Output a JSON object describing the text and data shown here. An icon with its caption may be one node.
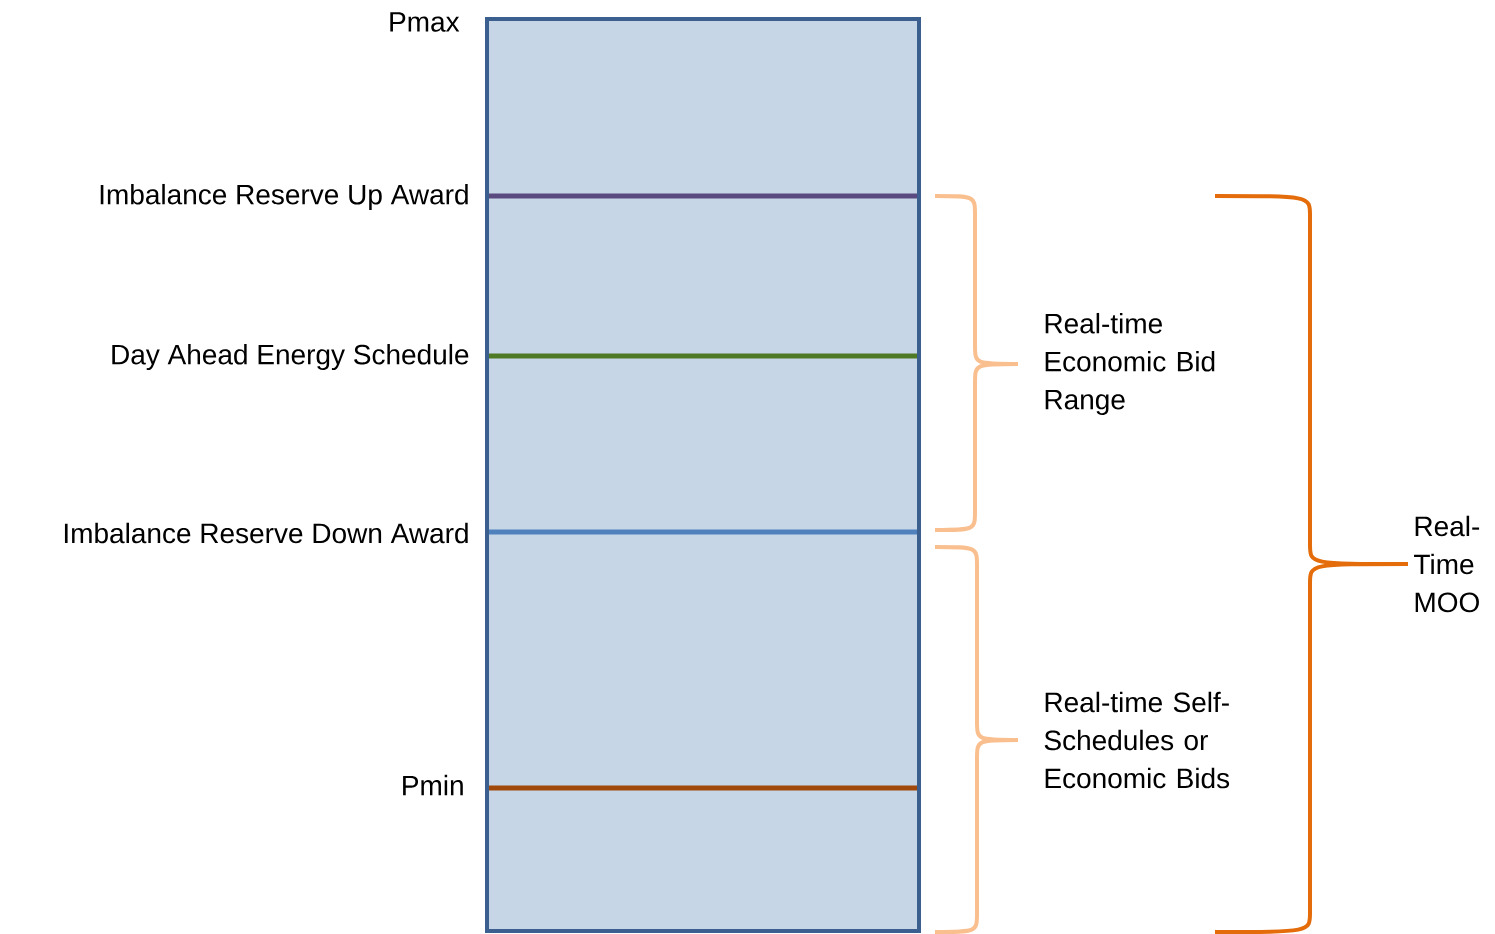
{
  "diagram": {
    "labels": [
      "Pmax",
      "Imbalance Reserve Up Award",
      "Day Ahead Energy Schedule",
      "Imbalance Reserve Down Award",
      "Pmin",
      "Real-time Economic Bid Range",
      "Real-time Self-Schedules or Economic Bids",
      "Real-Time MOO"
    ]
  }
}
